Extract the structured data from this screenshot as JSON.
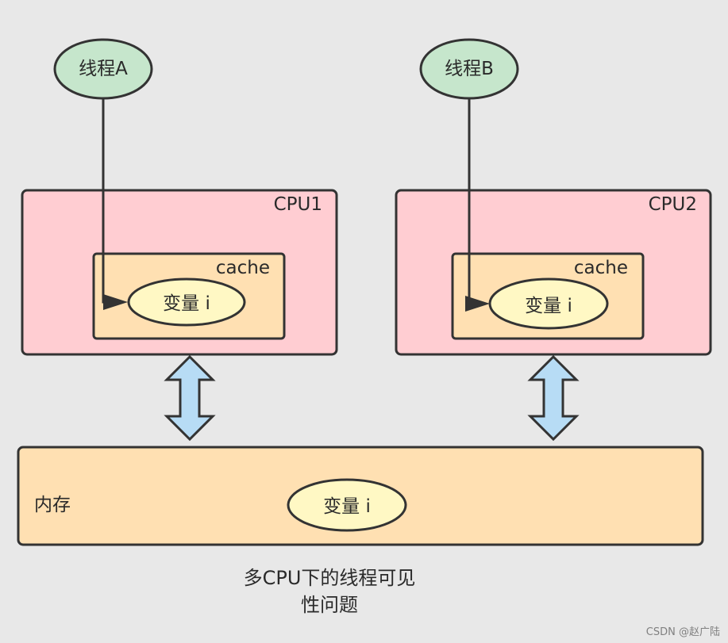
{
  "threads": [
    {
      "label": "线程A",
      "color": "#c6e6cc"
    },
    {
      "label": "线程B",
      "color": "#c6e6cc"
    }
  ],
  "cpus": [
    {
      "label": "CPU1",
      "cache_label": "cache",
      "variable": "变量 i"
    },
    {
      "label": "CPU2",
      "cache_label": "cache",
      "variable": "变量 i"
    }
  ],
  "memory": {
    "label": "内存",
    "variable": "变量 i"
  },
  "caption": {
    "line1": "多CPU下的线程可见",
    "line2": "性问题"
  },
  "watermark": "CSDN @赵广陆",
  "colors": {
    "cpu_fill": "#ffcdd2",
    "cache_fill": "#ffe0b2",
    "variable_fill": "#fff8c4",
    "thread_fill": "#c6e6cc",
    "arrow_fill": "#b7dcf5",
    "stroke": "#333333"
  }
}
